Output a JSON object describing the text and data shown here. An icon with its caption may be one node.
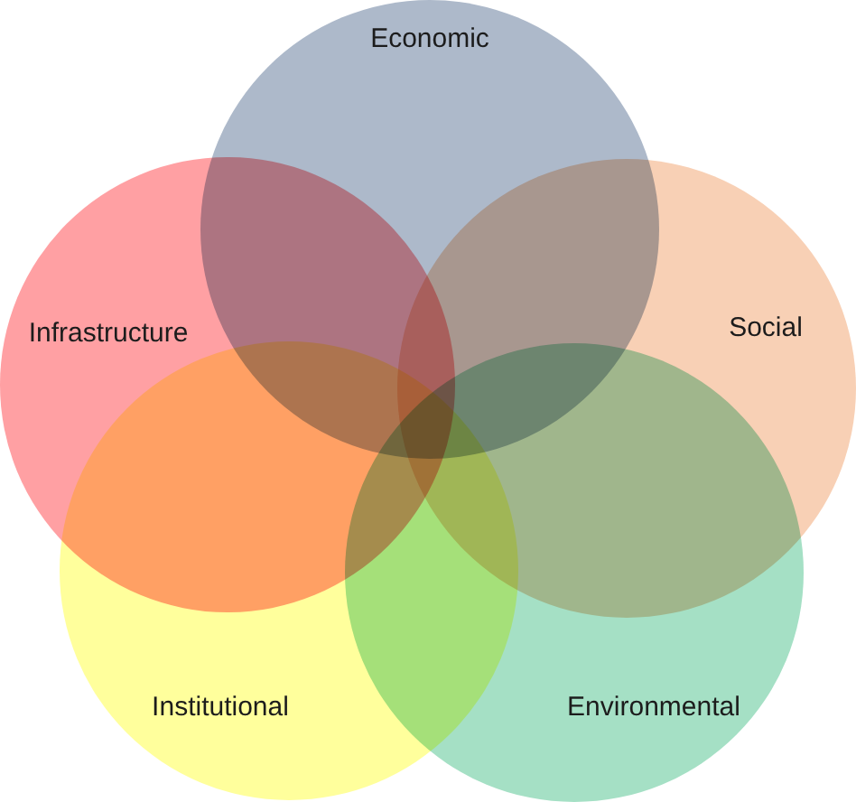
{
  "diagram": {
    "nodes": [
      {
        "text": [
          "Economic"
        ]
      },
      {
        "text": [
          "Infrastructure"
        ]
      },
      {
        "text": [
          "Social"
        ]
      },
      {
        "text": [
          "Institutional"
        ]
      },
      {
        "text": [
          "Environmental"
        ]
      }
    ],
    "edges": []
  }
}
